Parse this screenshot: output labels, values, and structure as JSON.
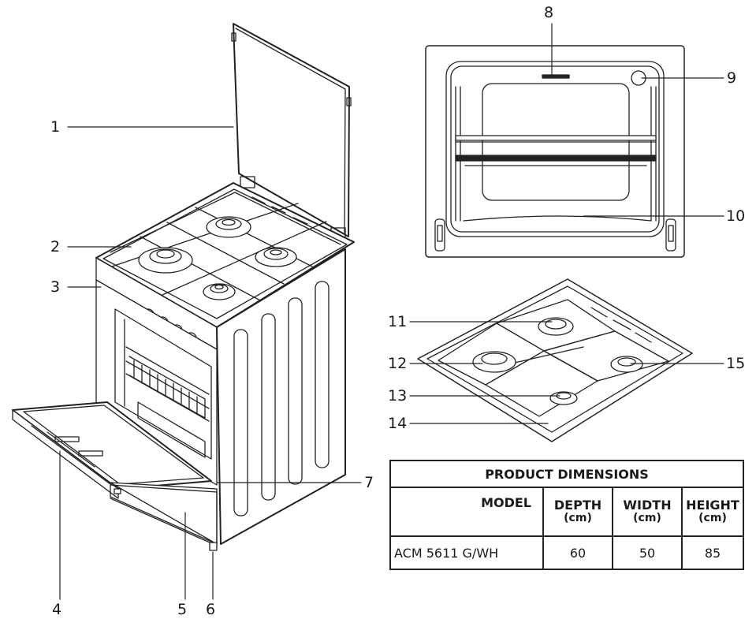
{
  "callouts": {
    "c1": "1",
    "c2": "2",
    "c3": "3",
    "c4": "4",
    "c5": "5",
    "c6": "6",
    "c7": "7",
    "c8": "8",
    "c9": "9",
    "c10": "10",
    "c11": "11",
    "c12": "12",
    "c13": "13",
    "c14": "14",
    "c15": "15"
  },
  "dimensions": {
    "title": "PRODUCT DIMENSIONS",
    "headers": {
      "model": "MODEL",
      "depth": "DEPTH",
      "depth_unit": "(cm)",
      "width": "WIDTH",
      "width_unit": "(cm)",
      "height": "HEIGHT",
      "height_unit": "(cm)"
    },
    "row": {
      "model": "ACM 5611 G/WH",
      "depth": "60",
      "width": "50",
      "height": "85"
    }
  }
}
